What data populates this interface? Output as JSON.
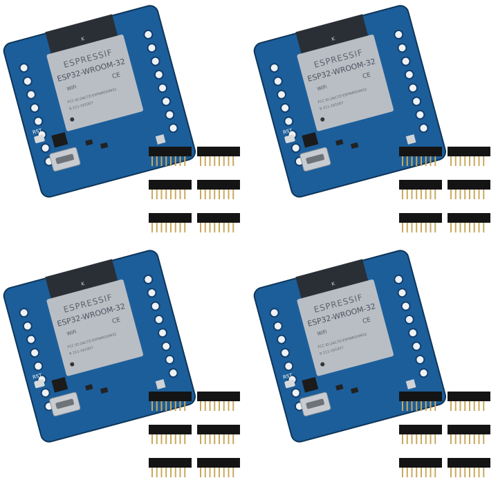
{
  "image": {
    "kind": "product-photo",
    "subject": "ESP32 mini development board with pin headers",
    "count": 4
  },
  "module": {
    "brand": "ESPRESSIF",
    "model": "ESP32-WROOM-32",
    "antenna_mark": "K",
    "rst_label": "RST",
    "wifi_badge": "WiFi",
    "ce_mark": "CE",
    "fcc_line": "FCC ID:2AC7Z-ESPWROOM32",
    "r_line": "R 211-161007"
  },
  "colors": {
    "pcb": "#1c5e9a",
    "pcb_dark": "#123f6e",
    "pcb_light": "#2f7fc0",
    "shield": "#b9bec4",
    "antenna": "#2a2f36",
    "header_plastic": "#141414",
    "pin_gold": "#c9a85c"
  },
  "header_rows": [
    {
      "pins": 8
    },
    {
      "pins": 8
    },
    {
      "pins": 8
    },
    {
      "pins": 8
    },
    {
      "pins": 8
    },
    {
      "pins": 8
    }
  ]
}
